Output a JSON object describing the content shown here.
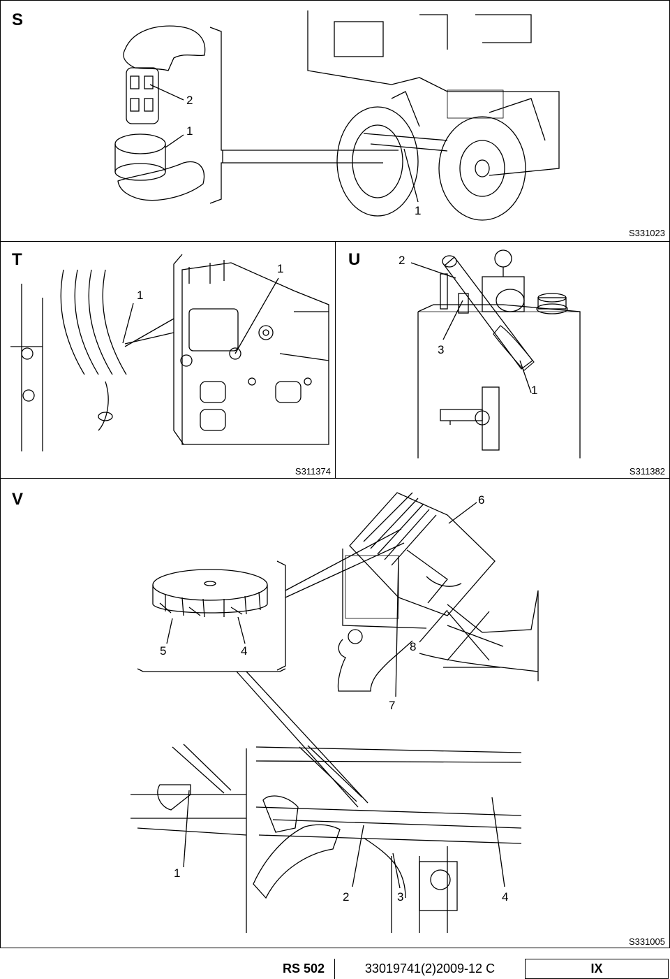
{
  "panels": {
    "s": {
      "letter": "S",
      "code": "S331023",
      "callouts": [
        "2",
        "1",
        "1"
      ]
    },
    "t": {
      "letter": "T",
      "code": "S311374",
      "callouts": [
        "1",
        "1"
      ]
    },
    "u": {
      "letter": "U",
      "code": "S311382",
      "callouts": [
        "2",
        "3",
        "1"
      ]
    },
    "v": {
      "letter": "V",
      "code": "S331005",
      "callouts": [
        "6",
        "5",
        "4",
        "8",
        "7",
        "1",
        "2",
        "3",
        "4"
      ]
    }
  },
  "footer": {
    "model": "RS 502",
    "doc_number": "33019741(2)2009-12 C",
    "page": "IX"
  }
}
